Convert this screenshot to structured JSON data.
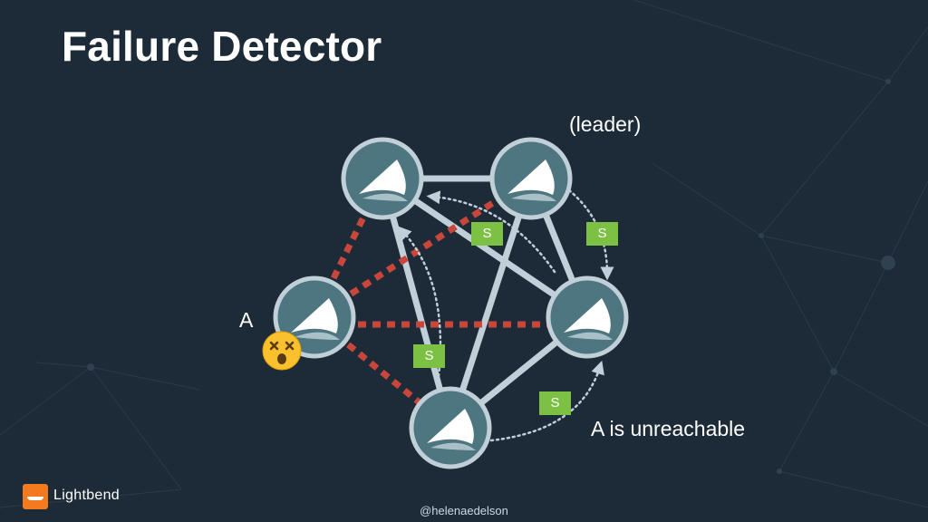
{
  "slide": {
    "title": "Failure Detector",
    "leader_label": "(leader)",
    "node_a_label": "A",
    "unreachable_label": "A is unreachable",
    "handle": "@helenaedelson"
  },
  "badges": {
    "badge1": "S",
    "badge2": "S",
    "badge3": "S",
    "badge4": "S"
  },
  "logo": {
    "text": "Lightbend"
  },
  "colors": {
    "background": "#1d2b38",
    "node_fill": "#4e7680",
    "edge": "#c0cfd8",
    "unreachable_edge": "#c8463a",
    "badge": "#7dc144",
    "logo_orange": "#f47a20"
  }
}
